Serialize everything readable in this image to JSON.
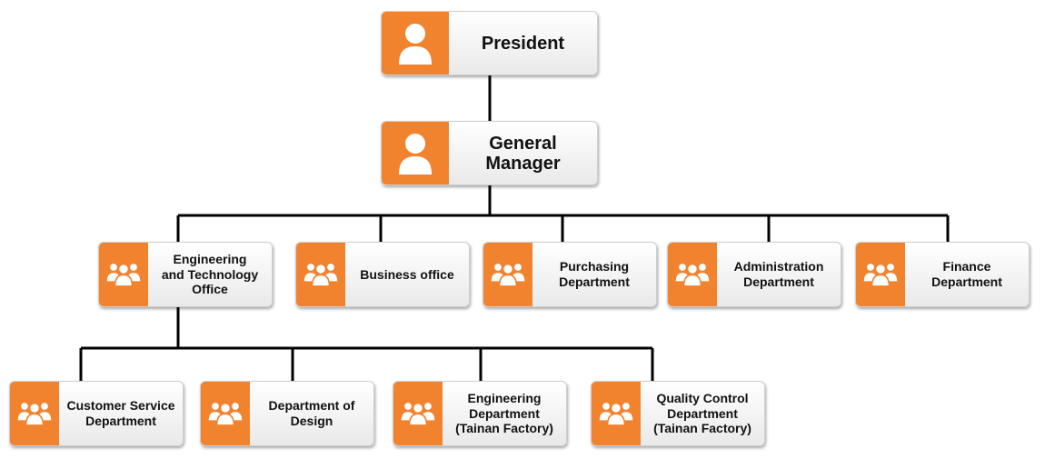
{
  "chart": {
    "nodes": [
      {
        "id": "president",
        "label": "President"
      },
      {
        "id": "general-manager",
        "label": "General\nManager"
      },
      {
        "id": "engineering-technology-office",
        "label": "Engineering\nand Technology\nOffice"
      },
      {
        "id": "business-office",
        "label": "Business office"
      },
      {
        "id": "purchasing-department",
        "label": "Purchasing\nDepartment"
      },
      {
        "id": "administration-department",
        "label": "Administration\nDepartment"
      },
      {
        "id": "finance-department",
        "label": "Finance\nDepartment"
      },
      {
        "id": "customer-service-department",
        "label": "Customer Service\nDepartment"
      },
      {
        "id": "department-of-design",
        "label": "Department of\nDesign"
      },
      {
        "id": "engineering-department-tainan",
        "label": "Engineering\nDepartment\n(Tainan Factory)"
      },
      {
        "id": "quality-control-department-tainan",
        "label": "Quality Control\nDepartment\n(Tainan Factory)"
      }
    ],
    "edges": [
      {
        "from": "president",
        "to": "general-manager"
      },
      {
        "from": "general-manager",
        "to": "engineering-technology-office"
      },
      {
        "from": "general-manager",
        "to": "business-office"
      },
      {
        "from": "general-manager",
        "to": "purchasing-department"
      },
      {
        "from": "general-manager",
        "to": "administration-department"
      },
      {
        "from": "general-manager",
        "to": "finance-department"
      },
      {
        "from": "engineering-technology-office",
        "to": "customer-service-department"
      },
      {
        "from": "engineering-technology-office",
        "to": "department-of-design"
      },
      {
        "from": "engineering-technology-office",
        "to": "engineering-department-tainan"
      },
      {
        "from": "engineering-technology-office",
        "to": "quality-control-department-tainan"
      }
    ]
  },
  "colors": {
    "icon_background": "#f1832f",
    "icon_foreground": "#ffffff",
    "connector": "#000000"
  },
  "icons": {
    "person": "person-icon",
    "group": "group-icon"
  }
}
